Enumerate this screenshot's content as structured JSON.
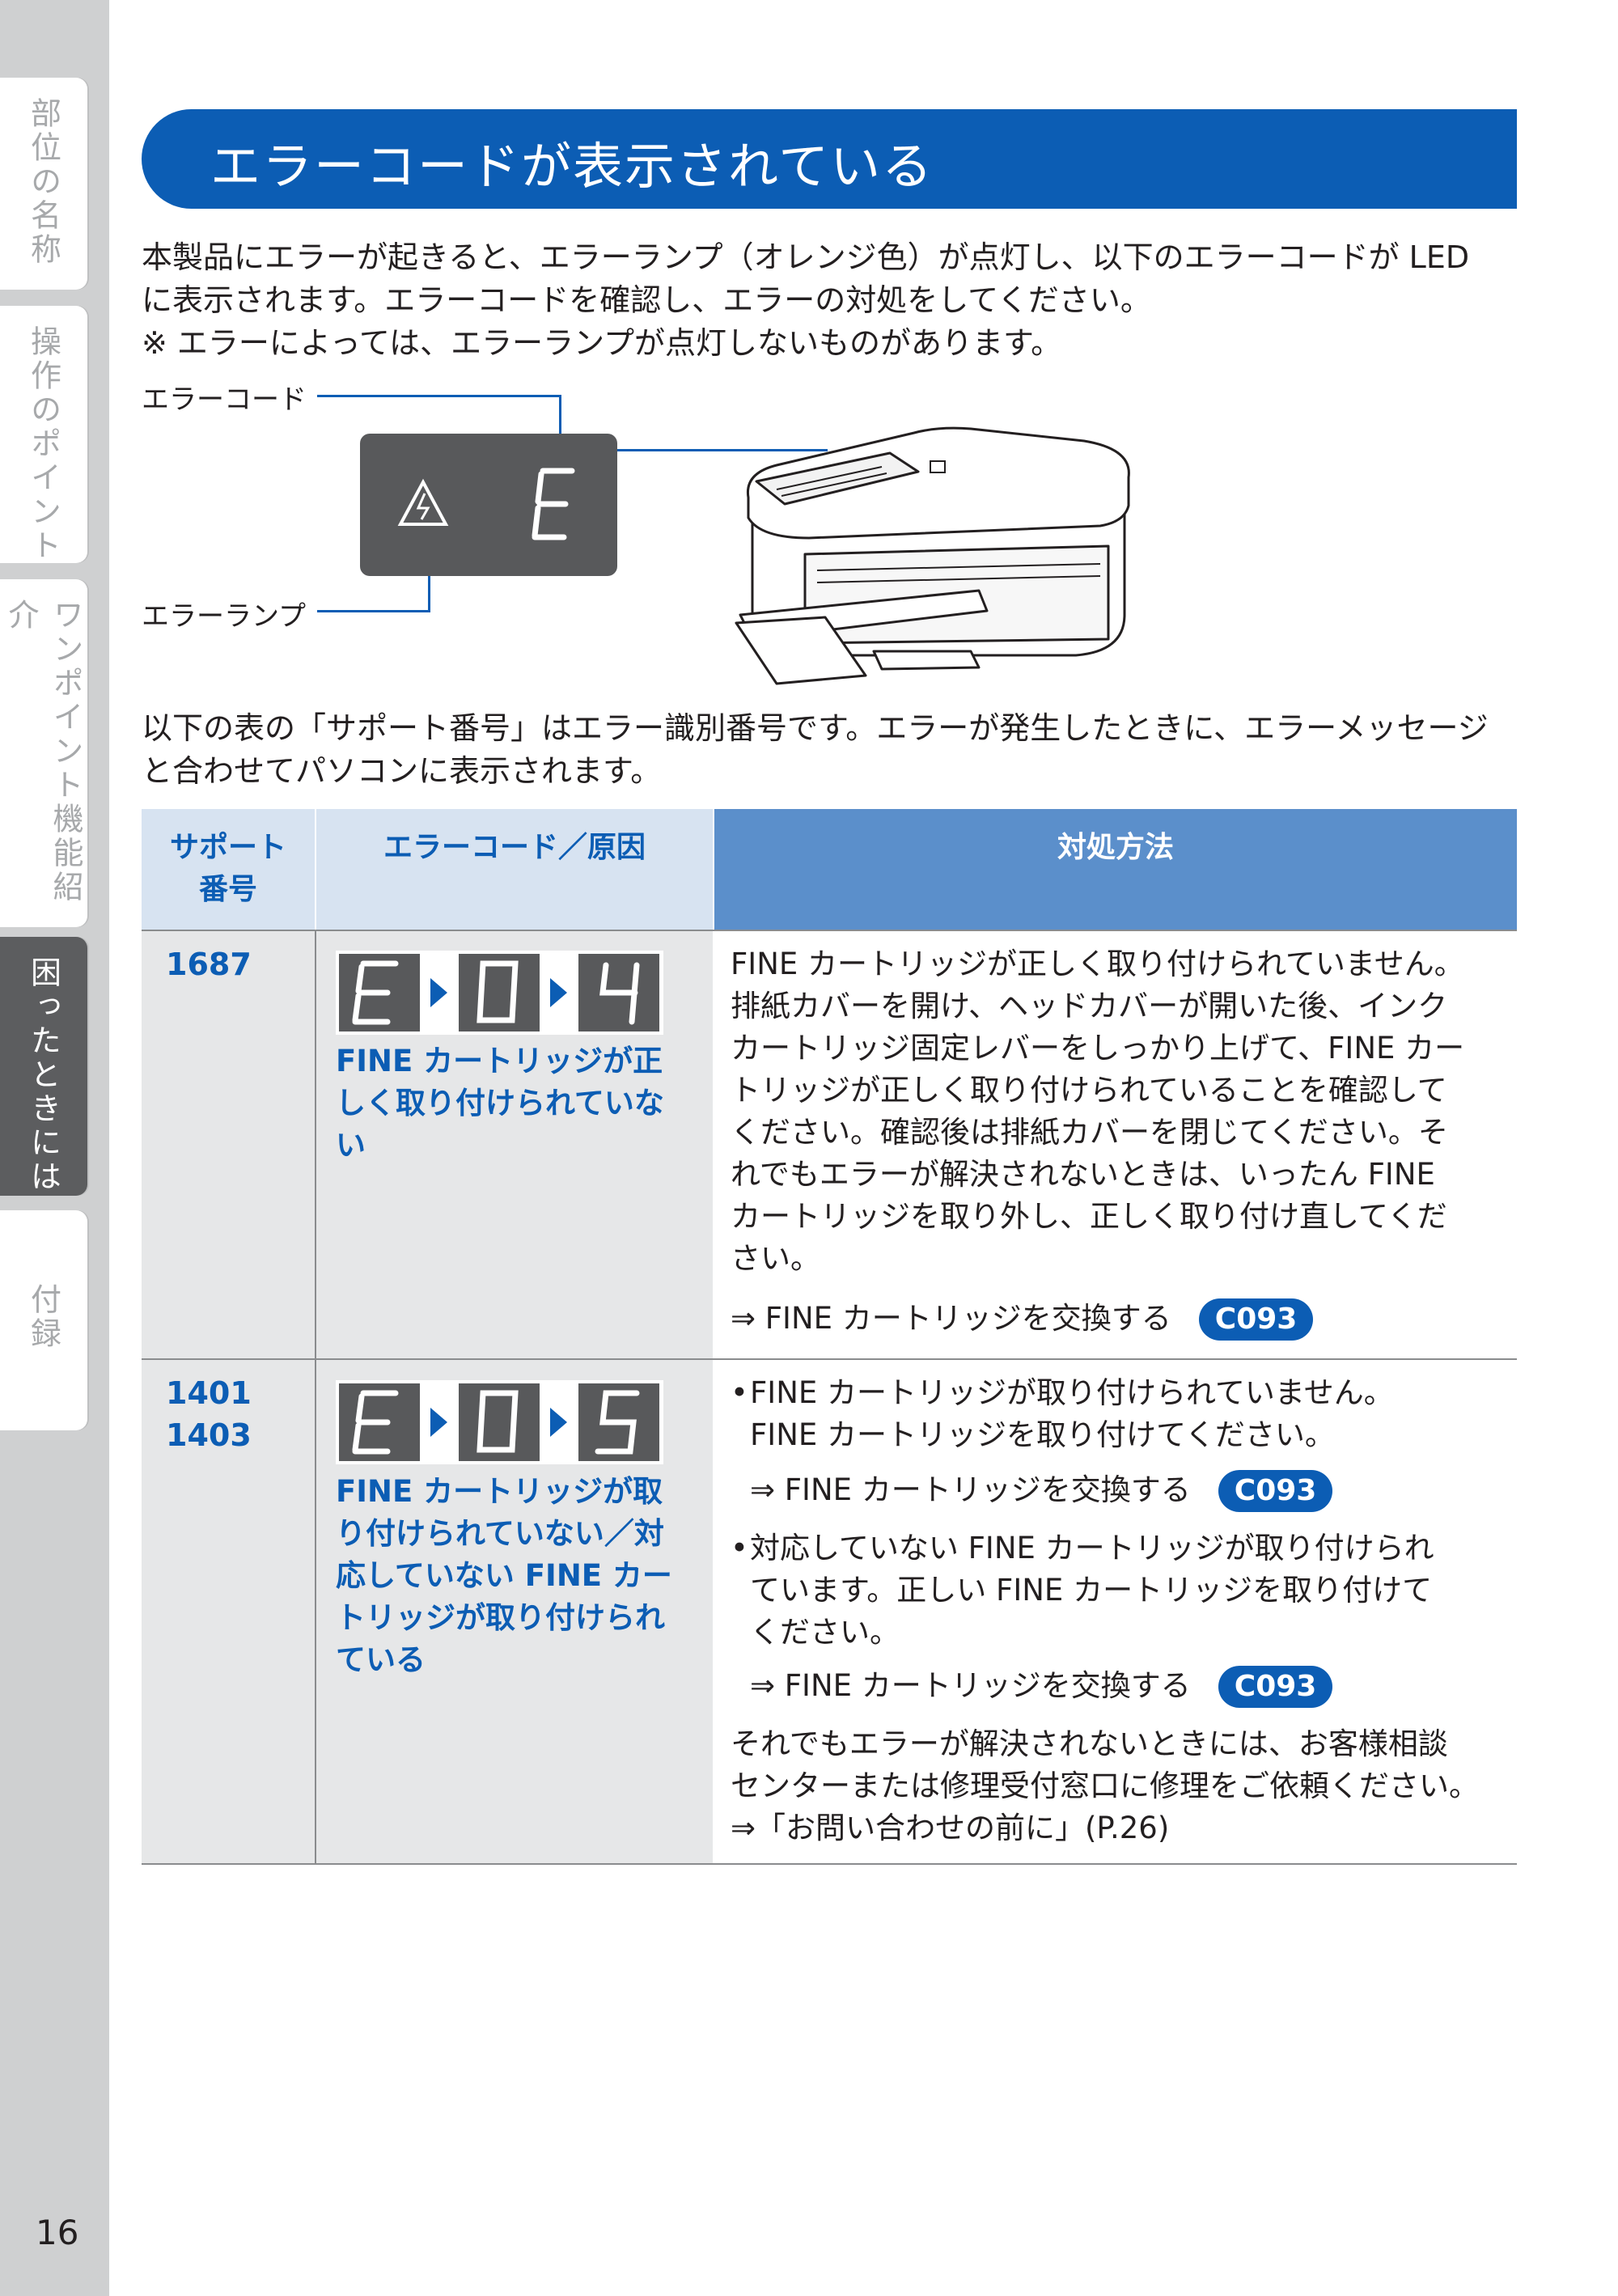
{
  "sidebar": {
    "tabs": [
      {
        "label": "部位の名称",
        "active": false
      },
      {
        "label": "操作のポイント",
        "active": false
      },
      {
        "label": "ワンポイント機能紹介",
        "active": false
      },
      {
        "label": "困ったときには",
        "active": true
      },
      {
        "label": "付録",
        "active": false
      }
    ],
    "page_number": "16"
  },
  "title": "エラーコードが表示されている",
  "intro": {
    "line1": "本製品にエラーが起きると、エラーランプ（オレンジ色）が点灯し、以下のエラーコードが LED",
    "line2": "に表示されます。エラーコードを確認し、エラーの対処をしてください。",
    "note": "※ エラーによっては、エラーランプが点灯しないものがあります。"
  },
  "illustration": {
    "error_code_label": "エラーコード",
    "error_lamp_label": "エラーランプ",
    "led_char": "E"
  },
  "table_intro": {
    "line1": "以下の表の「サポート番号」はエラー識別番号です。エラーが発生したときに、エラーメッセージ",
    "line2": "と合わせてパソコンに表示されます。"
  },
  "table": {
    "headers": {
      "support_line1": "サポート",
      "support_line2": "番号",
      "cause": "エラーコード／原因",
      "remedy": "対処方法"
    },
    "rows": [
      {
        "support": [
          "1687"
        ],
        "codes": [
          "E",
          "0",
          "4"
        ],
        "cause": [
          "FINE カートリッジが正",
          "しく取り付けられていな",
          "い"
        ],
        "remedy": [
          "FINE カートリッジが正しく取り付けられていません。",
          "排紙カバーを開け、ヘッドカバーが開いた後、インク",
          "カートリッジ固定レバーをしっかり上げて、FINE カー",
          "トリッジが正しく取り付けられていることを確認して",
          "ください。確認後は排紙カバーを閉じてください。そ",
          "れでもエラーが解決されないときは、いったん FINE",
          "カートリッジを取り外し、正しく取り付け直してくだ",
          "さい。"
        ],
        "link": "⇒ FINE カートリッジを交換する",
        "badge": "C093"
      },
      {
        "support": [
          "1401",
          "1403"
        ],
        "codes": [
          "E",
          "0",
          "5"
        ],
        "cause": [
          "FINE カートリッジが取",
          "り付けられていない／対",
          "応していない FINE カー",
          "トリッジが取り付けられ",
          "ている"
        ],
        "bullet1": [
          "FINE カートリッジが取り付けられていません。",
          "FINE カートリッジを取り付けてください。"
        ],
        "link1": "⇒ FINE カートリッジを交換する",
        "badge1": "C093",
        "bullet2": [
          "対応していない FINE カートリッジが取り付けられ",
          "ています。正しい FINE カートリッジを取り付けて",
          "ください。"
        ],
        "link2": "⇒ FINE カートリッジを交換する",
        "badge2": "C093",
        "tail": [
          "それでもエラーが解決されないときには、お客様相談",
          "センターまたは修理受付窓口に修理をご依頼ください。",
          "⇒「お問い合わせの前に」(P.26)"
        ]
      }
    ]
  },
  "colors": {
    "accent": "#0c5db4",
    "header_light": "#d7e3f1",
    "header_dark": "#5b8fcb",
    "cell_gray": "#e6e7e8"
  }
}
